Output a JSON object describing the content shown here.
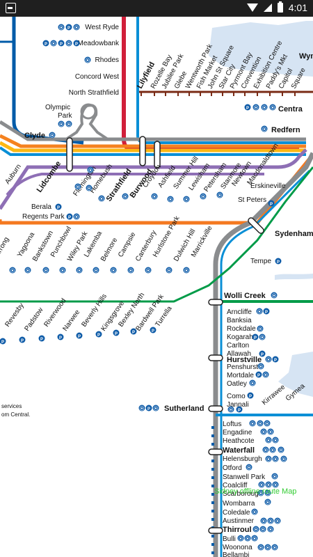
{
  "status_bar": {
    "time": "4:01"
  },
  "map": {
    "left_stations": [
      {
        "label": "West Ryde",
        "bold": false
      },
      {
        "label": "Meadowbank",
        "bold": false
      },
      {
        "label": "Rhodes",
        "bold": false
      },
      {
        "label": "Concord West",
        "bold": false
      },
      {
        "label": "North Strathfield",
        "bold": false
      }
    ],
    "olympic_park": "Olympic\nPark",
    "clyde": "Clyde",
    "city_stations": [
      "Lilyfield",
      "Rozelle Bay",
      "Jubilee Park",
      "Glebe",
      "Wentworth Park",
      "Fish Market",
      "John St Square",
      "Star City",
      "Pyrmont Bay",
      "Convention",
      "Exhibition Centre",
      "Paddy's Mkt",
      "Capitol",
      "Square"
    ],
    "central": "Centra",
    "wyn": "Wyn",
    "redfern": "Redfern",
    "inner_west": [
      "Auburn",
      "Lidcombe",
      "Flemington",
      "Homebush",
      "Strathfield",
      "Burwood",
      "Croydon",
      "Ashfield",
      "Summer Hill",
      "Lewisham",
      "Petersham",
      "Stanmore",
      "Newtown",
      "Macdonaldtown"
    ],
    "erskineville": "Erskineville",
    "st_peters": "St Peters",
    "sydenham": "Sydenham",
    "berala": "Berala",
    "regents_park": "Regents Park",
    "bankstown_line": [
      "Yagoona",
      "Bankstown",
      "Punchbowl",
      "Wiley Park",
      "Lakemba",
      "Belmore",
      "Campsie",
      "Canterbury",
      "Hurlstone Park",
      "Dulwich Hill",
      "Marrickville"
    ],
    "tempe": "Tempe",
    "wolli_creek": "Wolli Creek",
    "airport_line": [
      "Revesby",
      "Padstow",
      "Riverwood",
      "Narwee",
      "Beverly Hills",
      "Kingsgrove",
      "Bexley North",
      "Bardwell Park",
      "Turrella"
    ],
    "partial_left": [
      "irrong"
    ],
    "illawarra_stations": [
      "Arncliffe",
      "Banksia",
      "Rockdale",
      "Kogarah",
      "Carlton",
      "Allawah",
      "Hurstville",
      "Penshurst",
      "Mortdale",
      "Oatley",
      "Como",
      "Jannali"
    ],
    "sutherland": "Sutherland",
    "cronulla": [
      "Kirrawee",
      "Gymea"
    ],
    "south_stations": [
      "Loftus",
      "Engadine",
      "Heathcote",
      "Waterfall",
      "Helensburgh",
      "Otford",
      "Stanwell Park",
      "Coalcliff",
      "Scarborough",
      "Wombarra",
      "Coledale",
      "Austinmer",
      "Thirroul",
      "Bulli",
      "Woonona",
      "Bellambi"
    ],
    "note_line1": "services",
    "note_line2": "om Central.",
    "colors": {
      "t1_orange": "#f5821f",
      "t2_blue": "#0a8fd6",
      "t3_orange": "#f47920",
      "t4_blue": "#005ba8",
      "t5_purple": "#8e6fb5",
      "t6_yellow": "#fdb813",
      "t7_grey": "#8a8c8e",
      "t8_green": "#009b48",
      "red_line": "#d11f3a",
      "water": "#d6e4f3",
      "icon": "#0f5ca8"
    }
  },
  "watermark": "Sidney offline route Map"
}
